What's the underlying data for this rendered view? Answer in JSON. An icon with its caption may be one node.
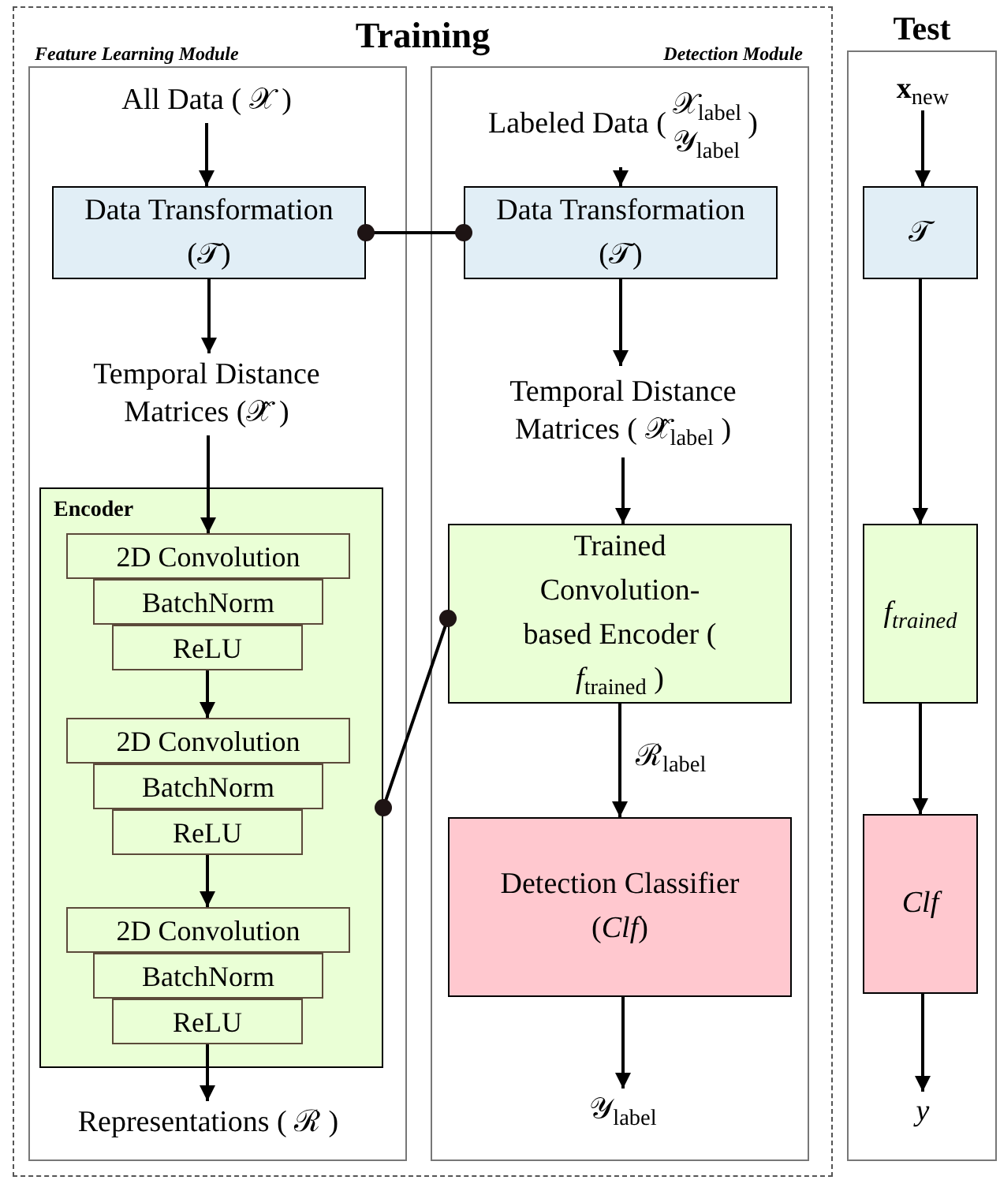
{
  "diagram": {
    "nodes": [
      {
        "text": [
          "Training"
        ]
      },
      {
        "text": [
          "Feature Learning Module"
        ],
        "in": 0
      },
      {
        "text": [
          "Detection Module"
        ],
        "in": 0
      },
      {
        "text": [
          "Test"
        ]
      },
      {
        "text": [
          "All Data ( 𝒳 )"
        ],
        "in": 1
      },
      {
        "text": [
          "Data Transformation (𝒯)"
        ],
        "in": 1
      },
      {
        "text": [
          "Temporal Distance Matrices (𝒳̂ )"
        ],
        "in": 1
      },
      {
        "text": [
          "Encoder"
        ],
        "in": 1
      },
      {
        "text": [
          "2D Convolution"
        ],
        "in": 7
      },
      {
        "text": [
          "BatchNorm"
        ],
        "in": 7
      },
      {
        "text": [
          "ReLU"
        ],
        "in": 7
      },
      {
        "text": [
          "2D Convolution"
        ],
        "in": 7
      },
      {
        "text": [
          "BatchNorm"
        ],
        "in": 7
      },
      {
        "text": [
          "ReLU"
        ],
        "in": 7
      },
      {
        "text": [
          "2D Convolution"
        ],
        "in": 7
      },
      {
        "text": [
          "BatchNorm"
        ],
        "in": 7
      },
      {
        "text": [
          "ReLU"
        ],
        "in": 7
      },
      {
        "text": [
          "Representations ( ℛ )"
        ],
        "in": 1
      },
      {
        "text": [
          "Labeled Data (",
          "𝒳$_{label}$",
          "𝒴$_{label}$",
          ")"
        ],
        "in": 2
      },
      {
        "text": [
          "Data Transformation (𝒯)"
        ],
        "in": 2
      },
      {
        "text": [
          "Temporal Distance Matrices ( 𝒳̂$_{label}$ )"
        ],
        "in": 2
      },
      {
        "text": [
          "Trained Convolution-based Encoder ( *f*$_{trained}$ )"
        ],
        "in": 2
      },
      {
        "text": [
          "Detection Classifier (*Clf*)"
        ],
        "in": 2
      },
      {
        "text": [
          "𝒴$_{label}$"
        ],
        "in": 2
      },
      {
        "text": [
          "**x**$_{new}$"
        ],
        "in": 3
      },
      {
        "text": [
          "𝒯"
        ],
        "in": 3
      },
      {
        "text": [
          "f$_{trained}$"
        ],
        "in": 3
      },
      {
        "text": [
          "Clf"
        ],
        "in": 3
      },
      {
        "text": [
          "y"
        ],
        "in": 3
      }
    ],
    "edges": [
      {
        "from": 4,
        "to": 5,
        "arrow": "to"
      },
      {
        "from": 5,
        "to": 6,
        "arrow": "to"
      },
      {
        "from": 6,
        "to": 8,
        "arrow": "to"
      },
      {
        "from": 10,
        "to": 11,
        "arrow": "to"
      },
      {
        "from": 13,
        "to": 14,
        "arrow": "to"
      },
      {
        "from": 16,
        "to": 17,
        "arrow": "to"
      },
      {
        "from": 5,
        "to": 19,
        "arrow": "other"
      },
      {
        "from": 7,
        "to": 21,
        "arrow": "other"
      },
      {
        "from": 18,
        "to": 19,
        "arrow": "to"
      },
      {
        "from": 19,
        "to": 20,
        "arrow": "to"
      },
      {
        "from": 20,
        "to": 21,
        "arrow": "to"
      },
      {
        "from": 21,
        "to": 22,
        "arrow": "to",
        "label": "ℛ$_{label}$"
      },
      {
        "from": 22,
        "to": 23,
        "arrow": "to"
      },
      {
        "from": 24,
        "to": 25,
        "arrow": "to"
      },
      {
        "from": 25,
        "to": 26,
        "arrow": "to"
      },
      {
        "from": 26,
        "to": 27,
        "arrow": "to"
      },
      {
        "from": 27,
        "to": 28,
        "arrow": "to"
      }
    ]
  }
}
